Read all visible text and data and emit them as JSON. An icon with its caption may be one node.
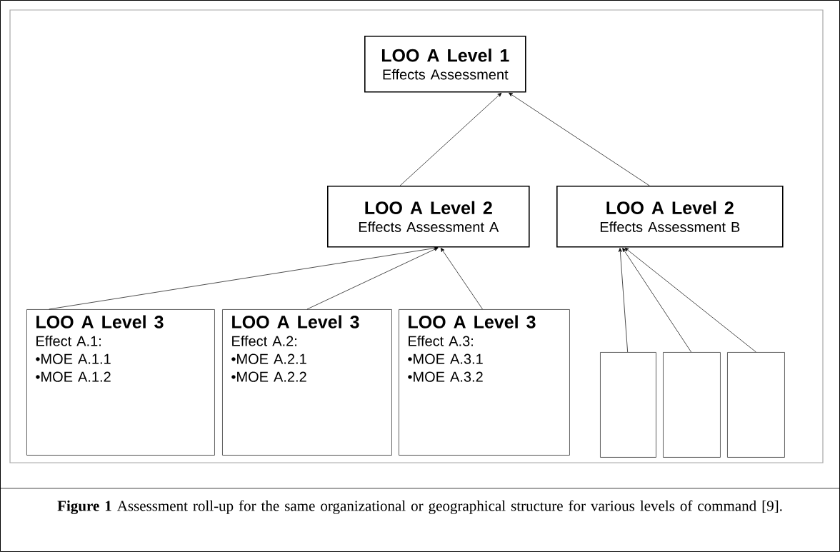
{
  "diagram": {
    "caption": "**Figure 1** Assessment roll-up for the same organizational or geographical structure for various levels of command [9].",
    "nodes": [
      {
        "text": [
          "LOO A Level 1",
          "Effects Assessment"
        ]
      },
      {
        "text": [
          "LOO A Level 2",
          "Effects Assessment A"
        ]
      },
      {
        "text": [
          "LOO A Level 2",
          "Effects Assessment B"
        ]
      },
      {
        "text": [
          "LOO A Level 3",
          "Effect A.1:",
          "•MOE A.1.1",
          "•MOE A.1.2"
        ]
      },
      {
        "text": [
          "LOO A Level 3",
          "Effect A.2:",
          "•MOE A.2.1",
          "•MOE A.2.2"
        ]
      },
      {
        "text": [
          "LOO A Level 3",
          "Effect A.3:",
          "•MOE A.3.1",
          "•MOE A.3.2"
        ]
      },
      {
        "text": [],
        "shape": "box"
      },
      {
        "text": [],
        "shape": "box"
      },
      {
        "text": [],
        "shape": "box"
      }
    ],
    "edges": [
      {
        "from": 1,
        "to": 0,
        "arrow": "to"
      },
      {
        "from": 2,
        "to": 0,
        "arrow": "to"
      },
      {
        "from": 3,
        "to": 1,
        "arrow": "to"
      },
      {
        "from": 4,
        "to": 1,
        "arrow": "to"
      },
      {
        "from": 5,
        "to": 1,
        "arrow": "to"
      },
      {
        "from": 6,
        "to": 2,
        "arrow": "to"
      },
      {
        "from": 7,
        "to": 2,
        "arrow": "to"
      },
      {
        "from": 8,
        "to": 2,
        "arrow": "to"
      }
    ]
  }
}
